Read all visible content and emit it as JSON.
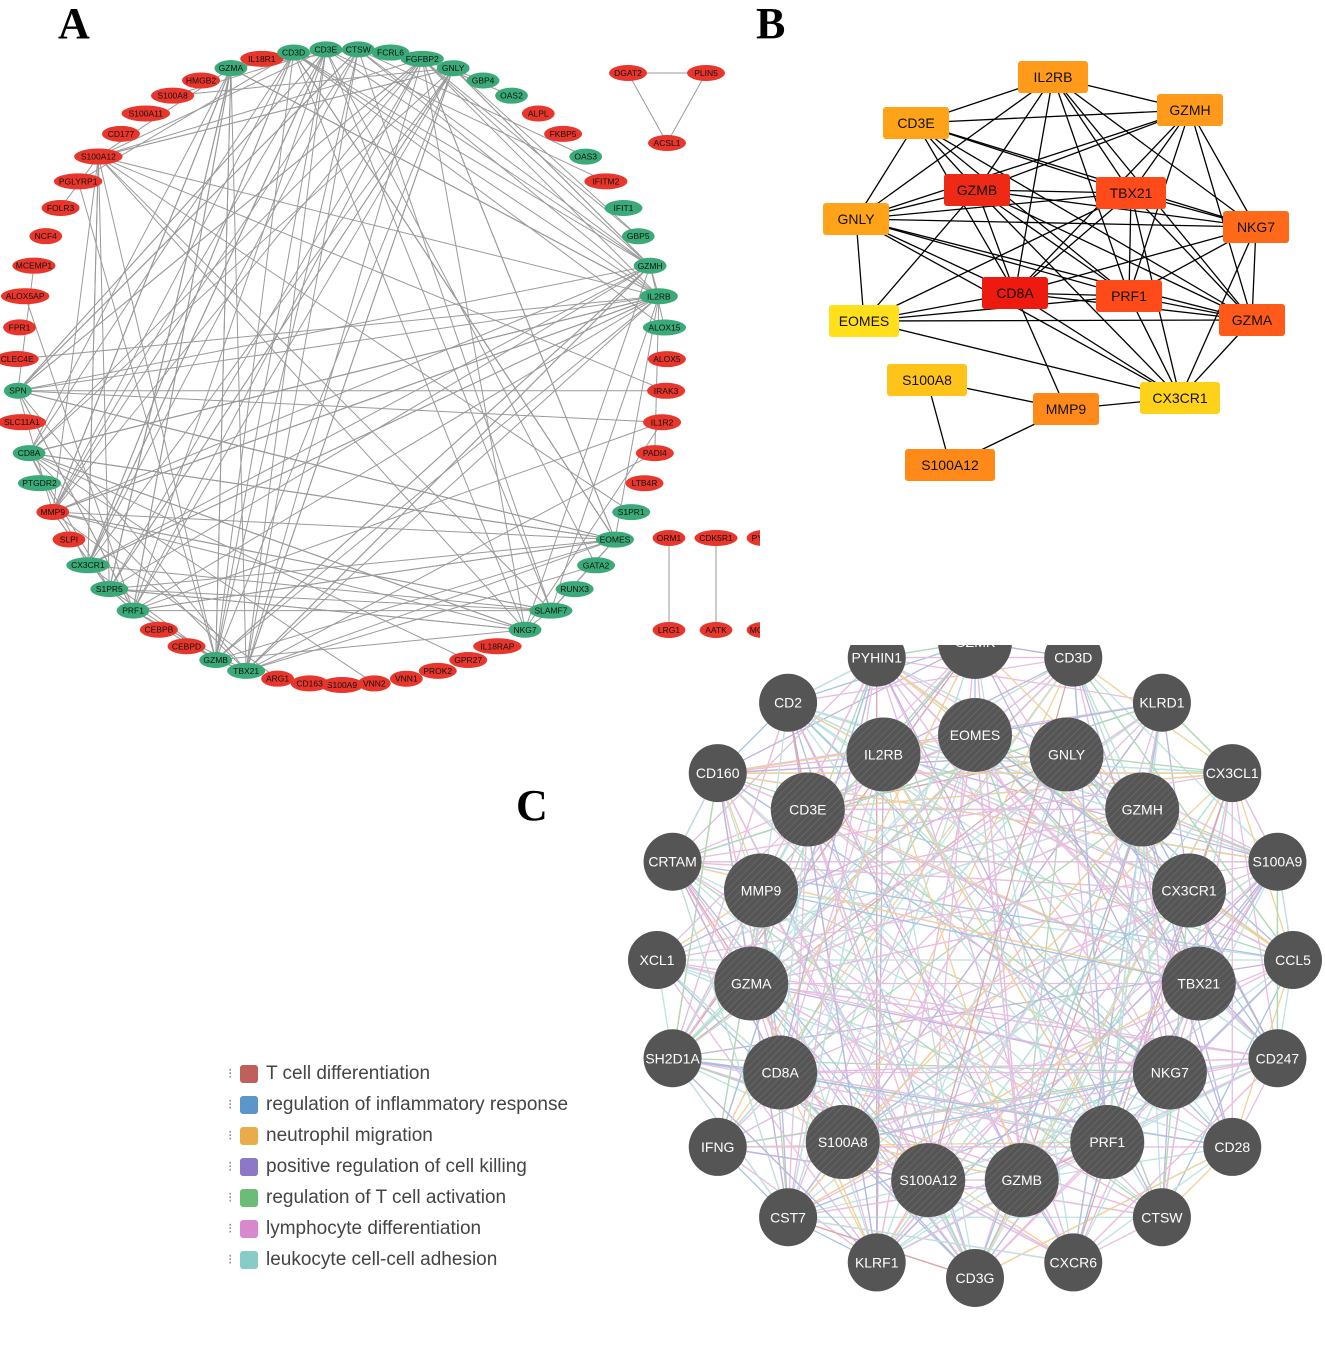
{
  "panels": {
    "a": "A",
    "b": "B",
    "c": "C"
  },
  "colors": {
    "up": "#e8362c",
    "down": "#3aaa78",
    "edge": "#9a9a9a",
    "hub_edge": "#000000",
    "c_node": "#555555"
  },
  "panel_a": {
    "ring": [
      "CTSW",
      "FCRL6",
      "FGFBP2",
      "GNLY",
      "GBP4",
      "OAS2",
      "ALPL",
      "FKBP5",
      "OAS3",
      "IFITM2",
      "IFIT1",
      "GBP5",
      "GZMH",
      "IL2RB",
      "ALOX15",
      "ALOX5",
      "IRAK3",
      "IL1R2",
      "PADI4",
      "LTB4R",
      "S1PR1",
      "EOMES",
      "GATA2",
      "RUNX3",
      "SLAMF7",
      "NKG7",
      "IL18RAP",
      "GPR27",
      "PROK2",
      "VNN1",
      "VNN2",
      "S100A9",
      "CD163",
      "ARG1",
      "TBX21",
      "GZMB",
      "CEBPD",
      "CEBPB",
      "PRF1",
      "S1PR5",
      "CX3CR1",
      "SLPI",
      "MMP9",
      "PTGDR2",
      "CD8A",
      "SLC11A1",
      "SPN",
      "CLEC4E",
      "FPR1",
      "ALOX5AP",
      "MCEMP1",
      "NCF4",
      "FOLR3",
      "PGLYRP1",
      "S100A12",
      "CD177",
      "S100A11",
      "S100A8",
      "HMGB2",
      "GZMA",
      "IL18R1",
      "CD3D",
      "CD3E"
    ],
    "ring_colors": [
      "down",
      "down",
      "down",
      "down",
      "down",
      "down",
      "up",
      "up",
      "down",
      "up",
      "down",
      "down",
      "down",
      "down",
      "down",
      "up",
      "up",
      "up",
      "up",
      "up",
      "down",
      "down",
      "down",
      "down",
      "down",
      "down",
      "up",
      "up",
      "up",
      "up",
      "up",
      "up",
      "up",
      "up",
      "down",
      "down",
      "up",
      "up",
      "down",
      "down",
      "down",
      "up",
      "up",
      "down",
      "down",
      "up",
      "down",
      "up",
      "up",
      "up",
      "up",
      "up",
      "up",
      "up",
      "up",
      "up",
      "up",
      "up",
      "up",
      "down",
      "up",
      "down",
      "down"
    ],
    "triangle": [
      "DGAT2",
      "PLIN5",
      "ACSL1"
    ],
    "pairs": [
      [
        "ORM1",
        "LRG1"
      ],
      [
        "CDK5R1",
        "AATK"
      ],
      [
        "PYGL",
        "MGAM"
      ]
    ]
  },
  "panel_b": {
    "nodes": [
      {
        "label": "IL2RB",
        "color": "#ff9a1a"
      },
      {
        "label": "CD3E",
        "color": "#ffa418"
      },
      {
        "label": "GZMH",
        "color": "#ff9a1a"
      },
      {
        "label": "GZMB",
        "color": "#ee2a16"
      },
      {
        "label": "TBX21",
        "color": "#ff4a1a"
      },
      {
        "label": "GNLY",
        "color": "#ffa418"
      },
      {
        "label": "NKG7",
        "color": "#ff6a1a"
      },
      {
        "label": "CD8A",
        "color": "#ee1a10"
      },
      {
        "label": "PRF1",
        "color": "#ff4a1a"
      },
      {
        "label": "EOMES",
        "color": "#ffe01a"
      },
      {
        "label": "GZMA",
        "color": "#ff5a1a"
      },
      {
        "label": "S100A8",
        "color": "#ffc41a"
      },
      {
        "label": "MMP9",
        "color": "#ff8a1a"
      },
      {
        "label": "CX3CR1",
        "color": "#ffd21a"
      },
      {
        "label": "S100A12",
        "color": "#ff8a1a"
      }
    ]
  },
  "panel_c": {
    "outer": [
      "GZMK",
      "CD3D",
      "KLRD1",
      "CX3CL1",
      "S100A9",
      "CCL5",
      "CD247",
      "CD28",
      "CTSW",
      "CXCR6",
      "CD3G",
      "KLRF1",
      "CST7",
      "IFNG",
      "SH2D1A",
      "XCL1",
      "CRTAM",
      "CD160",
      "CD2",
      "PYHIN1"
    ],
    "inner": [
      "EOMES",
      "GNLY",
      "GZMH",
      "CX3CR1",
      "TBX21",
      "NKG7",
      "PRF1",
      "GZMB",
      "S100A12",
      "S100A8",
      "CD8A",
      "GZMA",
      "MMP9",
      "CD3E",
      "IL2RB"
    ],
    "legend": [
      {
        "label": "T cell differentiation",
        "color": "#c0605c"
      },
      {
        "label": "regulation of inflammatory response",
        "color": "#5a96c8"
      },
      {
        "label": "neutrophil migration",
        "color": "#e8ac48"
      },
      {
        "label": "positive regulation of cell killing",
        "color": "#8c78c4"
      },
      {
        "label": "regulation of T cell activation",
        "color": "#6cbc78"
      },
      {
        "label": "lymphocyte differentiation",
        "color": "#d888cc"
      },
      {
        "label": "leukocyte cell-cell adhesion",
        "color": "#88ccc8"
      }
    ]
  }
}
